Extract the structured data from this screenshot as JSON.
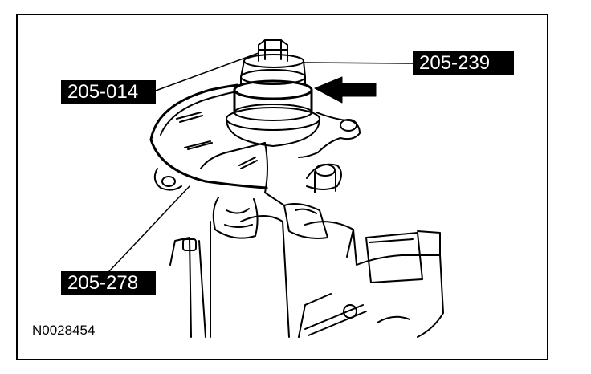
{
  "callouts": {
    "upper_right": "205-239",
    "upper_left": "205-014",
    "lower_left": "205-278"
  },
  "figure_id": "N0028454",
  "colors": {
    "ink": "#000000",
    "paper": "#ffffff"
  }
}
